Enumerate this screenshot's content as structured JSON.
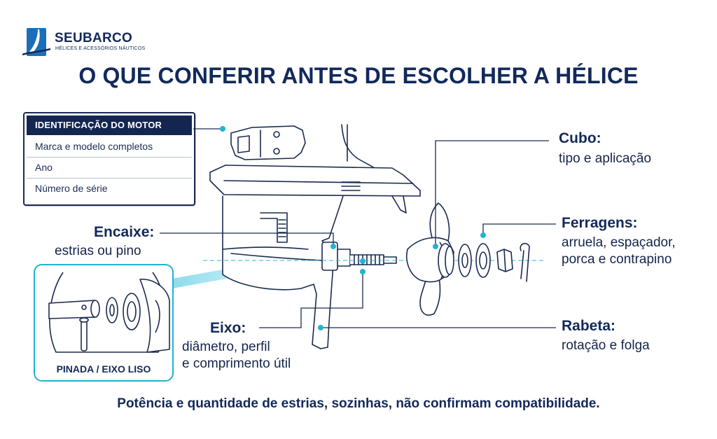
{
  "brand": {
    "name": "SEUBARCO",
    "tagline": "HÉLICES E ACESSÓRIOS NÁUTICOS",
    "accent_color": "#22b3cf",
    "dark_color": "#12295a"
  },
  "title": "O QUE CONFERIR ANTES DE ESCOLHER A HÉLICE",
  "engine_id": {
    "header": "IDENTIFICAÇÃO DO MOTOR",
    "rows": [
      "Marca e modelo completos",
      "Ano",
      "Número de série"
    ]
  },
  "callouts": {
    "encaixe": {
      "title": "Encaixe:",
      "desc": "estrias ou pino"
    },
    "eixo": {
      "title": "Eixo:",
      "desc_lines": [
        "diâmetro, perfil",
        "e comprimento útil"
      ]
    },
    "cubo": {
      "title": "Cubo:",
      "desc": "tipo e aplicação"
    },
    "ferragens": {
      "title": "Ferragens:",
      "desc_lines": [
        "arruela, espaçador,",
        "porca e contrapino"
      ]
    },
    "rabeta": {
      "title": "Rabeta:",
      "desc": "rotação e folga"
    }
  },
  "inset": {
    "label": "PINADA / EIXO LISO"
  },
  "footer_note": "Potência e quantidade de estrias, sozinhas, não confirmam compatibilidade.",
  "icons": [
    "sail-logo-icon",
    "outboard-lower-unit-icon",
    "propeller-icon",
    "washer-icon",
    "nut-icon",
    "cotter-pin-icon",
    "shear-pin-icon"
  ]
}
